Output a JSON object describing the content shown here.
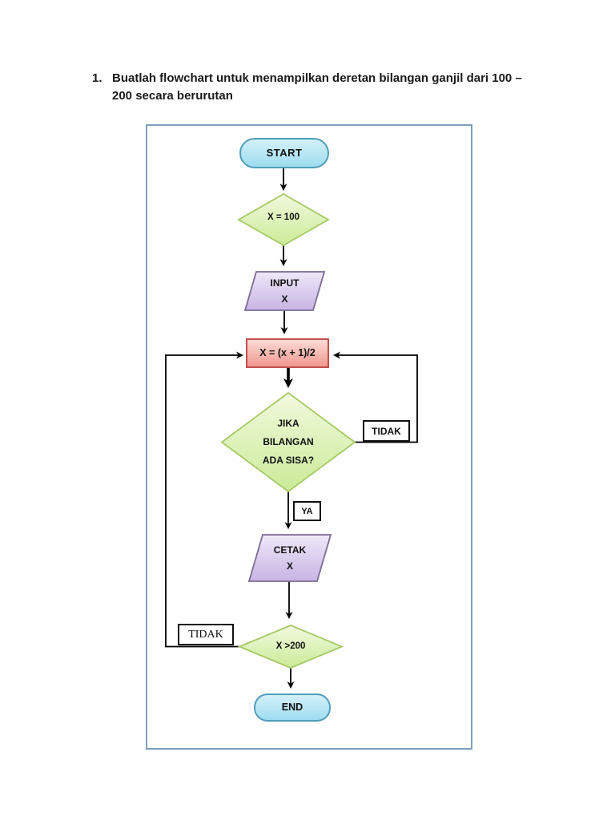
{
  "heading": {
    "number": "1.",
    "text": "Buatlah flowchart untuk menampilkan deretan bilangan ganjil dari 100 – 200 secara berurutan"
  },
  "flowchart": {
    "start_label": "START",
    "init_label": "X = 100",
    "input_line1": "INPUT",
    "input_line2": "X",
    "process_label": "X = (x + 1)/2",
    "decision_line1": "JIKA",
    "decision_line2": "BILANGAN",
    "decision_line3": "ADA SISA?",
    "tidak_right_label": "TIDAK",
    "ya_label": "YA",
    "cetak_line1": "CETAK",
    "cetak_line2": "X",
    "final_decision_label": "X >200",
    "tidak_left_label": "TIDAK",
    "end_label": "END"
  },
  "colors": {
    "terminator_fill_top": "#cdeef8",
    "terminator_fill_bottom": "#9cdcf0",
    "terminator_border": "#4f9db9",
    "decision_fill_top": "#eff8db",
    "decision_fill_bottom": "#cceb9a",
    "decision_border": "#a6c965",
    "io_fill_top": "#eee7f8",
    "io_fill_bottom": "#c9b5e5",
    "io_border": "#7c6c94",
    "process_fill_top": "#fcdcd7",
    "process_fill_bottom": "#f0968e",
    "process_border": "#c2504c",
    "container_border": "#7d9fbc",
    "connector": "#000000"
  }
}
